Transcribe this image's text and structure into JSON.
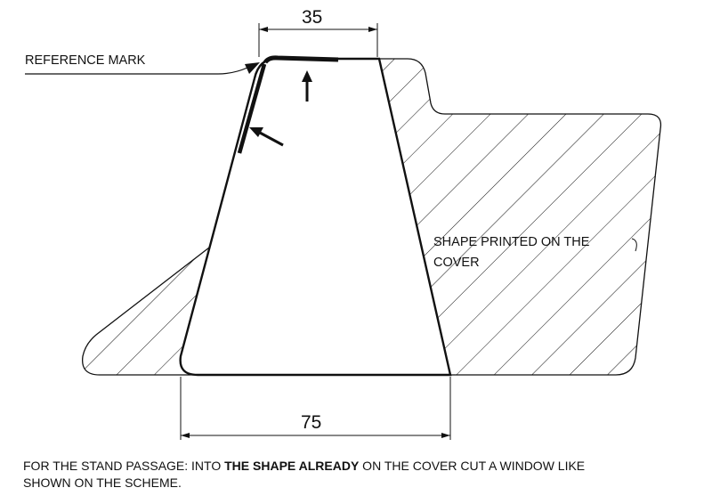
{
  "dimensions": {
    "top_width": "35",
    "bottom_width": "75"
  },
  "labels": {
    "reference_mark": "REFERENCE MARK",
    "shape_printed_line1": "SHAPE PRINTED ON THE",
    "shape_printed_line2": "COVER"
  },
  "note": {
    "part1": "FOR THE STAND PASSAGE: INTO ",
    "part2": "THE SHAPE ALREADY",
    "part3": " ON THE COVER CUT A WINDOW LIKE",
    "line2": "SHOWN ON THE SCHEME."
  },
  "colors": {
    "ink": "#111111",
    "background": "#ffffff"
  }
}
